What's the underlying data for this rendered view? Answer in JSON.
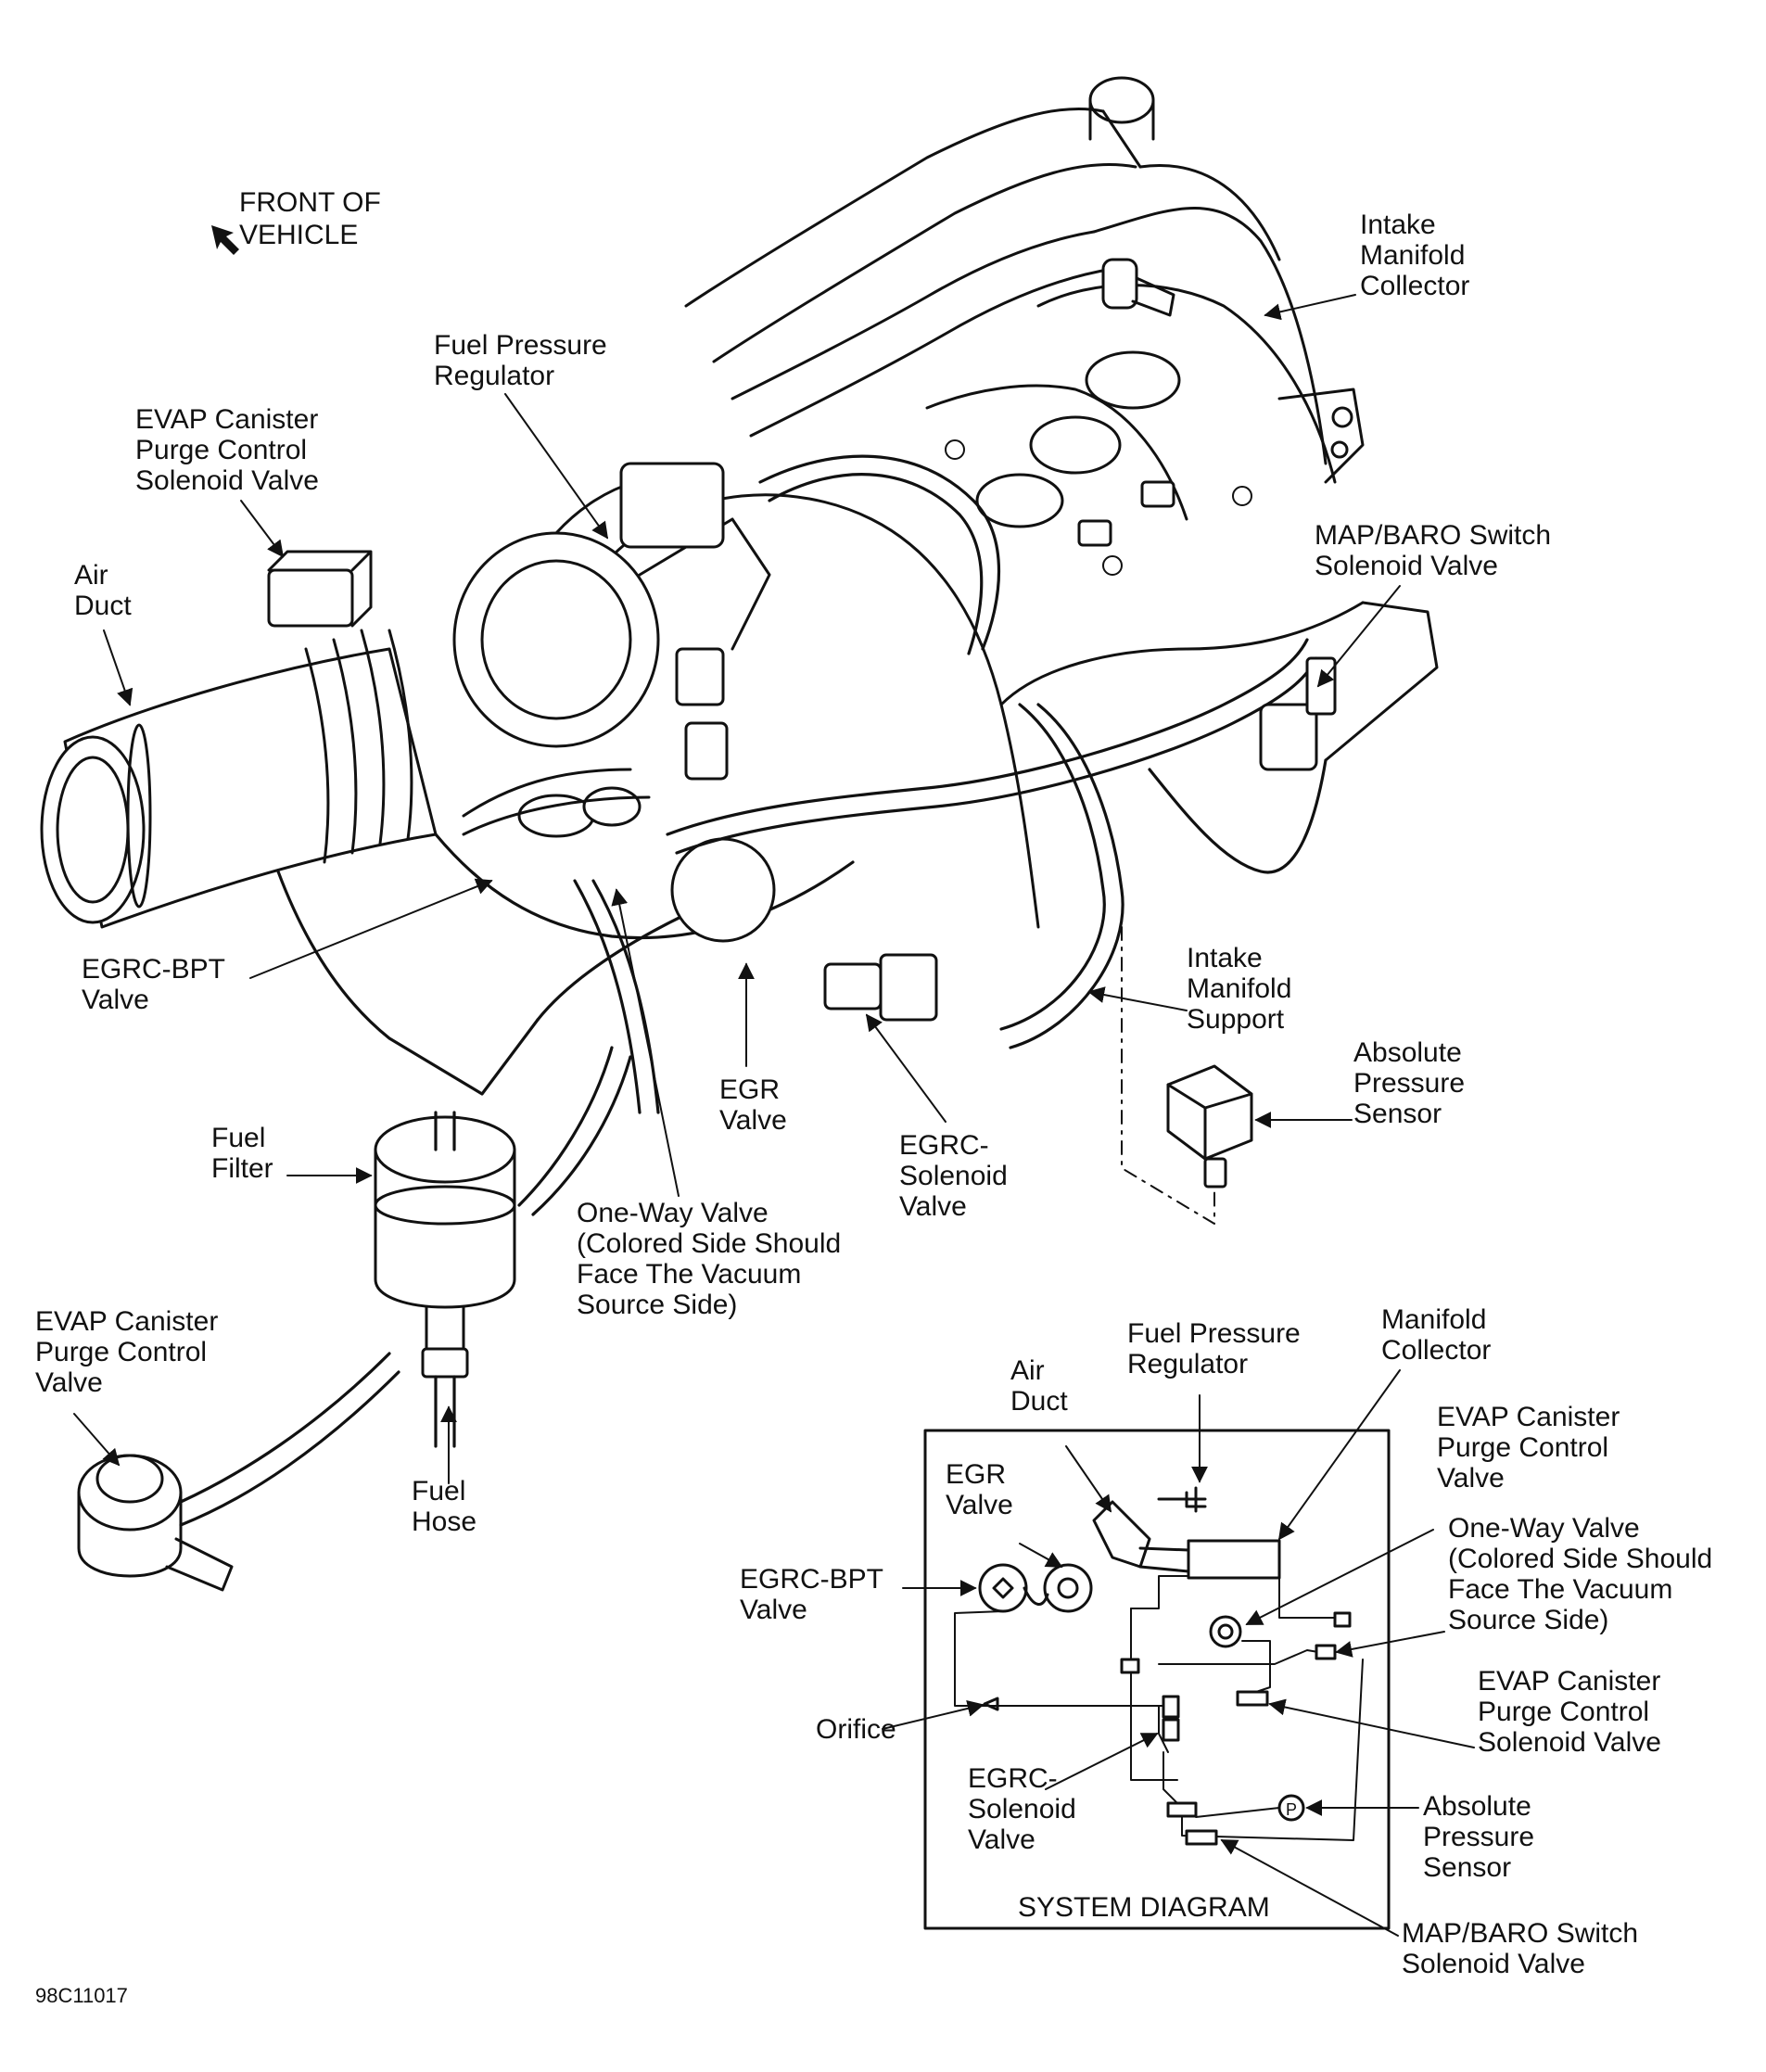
{
  "figure_id": "98C11017",
  "orientation": {
    "line1": "FRONT OF",
    "line2": "VEHICLE",
    "icon": "arrow-up-left-icon"
  },
  "main_labels": {
    "intake_manifold_collector": [
      "Intake",
      "Manifold",
      "Collector"
    ],
    "fuel_pressure_regulator": [
      "Fuel Pressure",
      "Regulator"
    ],
    "evap_canister_purge_control_solenoid_valve": [
      "EVAP Canister",
      "Purge Control",
      "Solenoid Valve"
    ],
    "air_duct": [
      "Air",
      "Duct"
    ],
    "map_baro_switch_solenoid_valve": [
      "MAP/BARO Switch",
      "Solenoid Valve"
    ],
    "egrc_bpt_valve": [
      "EGRC-BPT",
      "Valve"
    ],
    "intake_manifold_support": [
      "Intake",
      "Manifold",
      "Support"
    ],
    "absolute_pressure_sensor": [
      "Absolute",
      "Pressure",
      "Sensor"
    ],
    "egr_valve": [
      "EGR",
      "Valve"
    ],
    "egrc_solenoid_valve": [
      "EGRC-",
      "Solenoid",
      "Valve"
    ],
    "fuel_filter": [
      "Fuel",
      "Filter"
    ],
    "one_way_valve": [
      "One-Way Valve",
      "(Colored Side Should",
      "Face The Vacuum",
      "Source Side)"
    ],
    "evap_canister_purge_control_valve": [
      "EVAP Canister",
      "Purge Control",
      "Valve"
    ],
    "fuel_hose": [
      "Fuel",
      "Hose"
    ]
  },
  "system_diagram": {
    "title": "SYSTEM DIAGRAM",
    "labels": {
      "air_duct": [
        "Air",
        "Duct"
      ],
      "fuel_pressure_regulator": [
        "Fuel Pressure",
        "Regulator"
      ],
      "manifold_collector": [
        "Manifold",
        "Collector"
      ],
      "evap_canister_purge_control_valve": [
        "EVAP Canister",
        "Purge Control",
        "Valve"
      ],
      "egr_valve": [
        "EGR",
        "Valve"
      ],
      "one_way_valve": [
        "One-Way Valve",
        "(Colored Side Should",
        "Face The Vacuum",
        "Source Side)"
      ],
      "egrc_bpt_valve": [
        "EGRC-BPT",
        "Valve"
      ],
      "evap_canister_purge_control_solenoid_valve": [
        "EVAP Canister",
        "Purge Control",
        "Solenoid Valve"
      ],
      "orifice": [
        "Orifice"
      ],
      "egrc_solenoid_valve": [
        "EGRC-",
        "Solenoid",
        "Valve"
      ],
      "absolute_pressure_sensor": [
        "Absolute",
        "Pressure",
        "Sensor"
      ],
      "map_baro_switch_solenoid_valve": [
        "MAP/BARO Switch",
        "Solenoid Valve"
      ]
    },
    "sensor_symbol": "P"
  }
}
